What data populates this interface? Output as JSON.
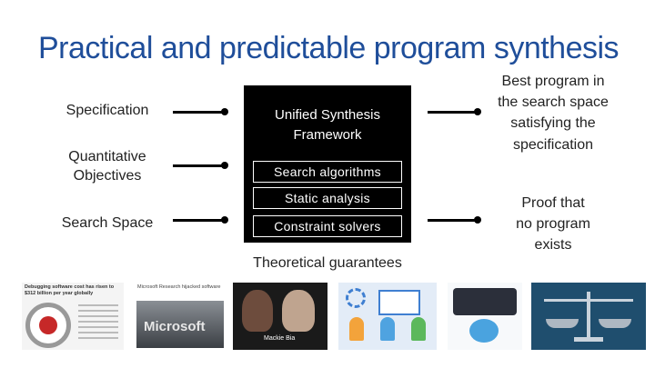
{
  "title": "Practical and predictable program synthesis",
  "inputs": {
    "specification": "Specification",
    "objectives_line1": "Quantitative",
    "objectives_line2": "Objectives",
    "search_space": "Search Space"
  },
  "framework": {
    "title_line1": "Unified Synthesis",
    "title_line2": "Framework",
    "items": [
      "Search algorithms",
      "Static analysis",
      "Constraint solvers"
    ],
    "caption": "Theoretical guarantees"
  },
  "outputs": {
    "best_line1": "Best program in",
    "best_line2": "the search space",
    "best_line3": "satisfying the",
    "best_line4": "specification",
    "proof_line1": "Proof that",
    "proof_line2": "no program",
    "proof_line3": "exists"
  },
  "thumbnails": {
    "headline": "Debugging software cost has risen to $312 billion per year globally",
    "article": "Microsoft Research hijacked software",
    "logo": "Microsoft",
    "names": "Mackie Bia"
  },
  "colors": {
    "title": "#1f4e9a"
  }
}
